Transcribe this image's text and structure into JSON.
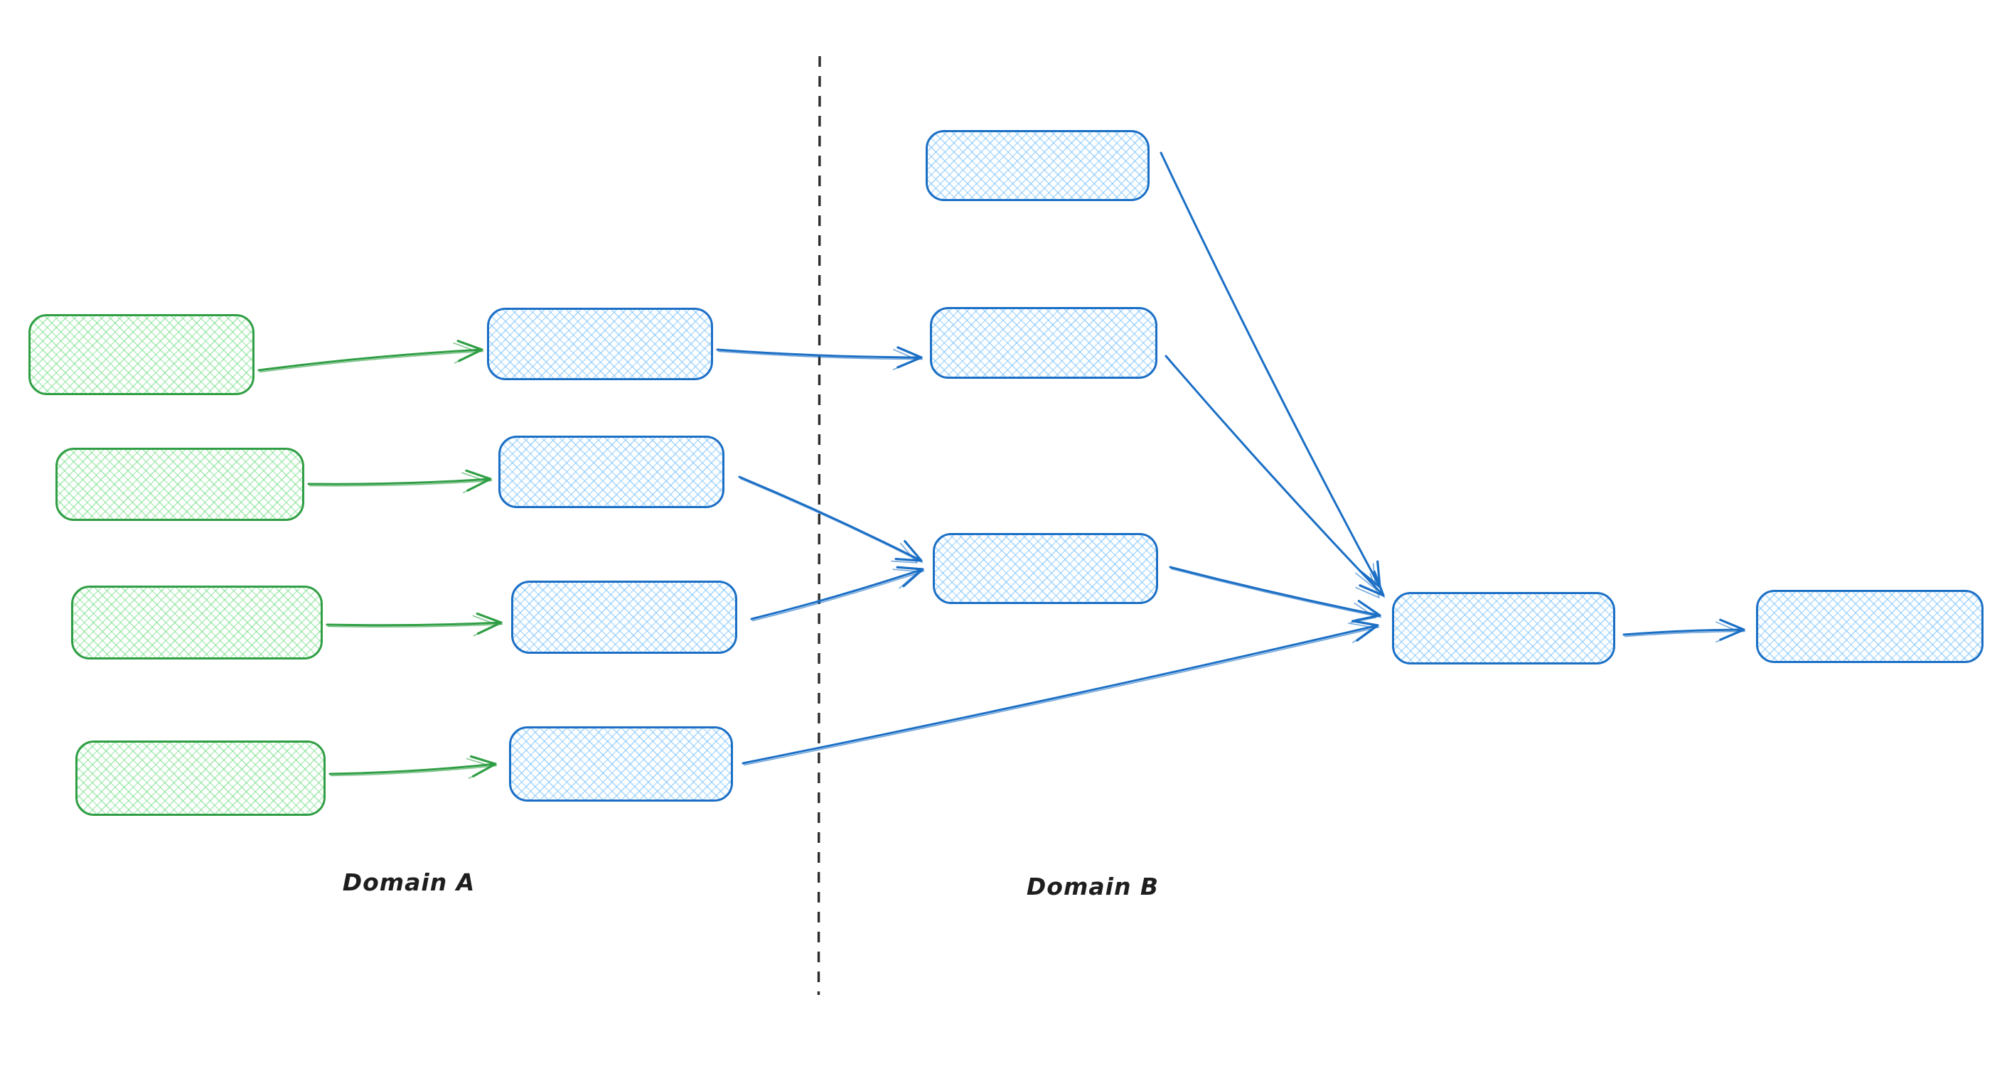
{
  "canvas": {
    "background": "#ffffff"
  },
  "labels": {
    "domain_a": "Domain A",
    "domain_b": "Domain B"
  },
  "colors": {
    "background": "#ffffff",
    "green_stroke": "#2f9e44",
    "green_hatch": "#69db7c",
    "blue_stroke": "#1b6fc5",
    "blue_hatch": "#74c0fc",
    "divider": "#2b2b2b",
    "label_text": "#1e1e1e"
  },
  "diagram": {
    "type": "flow-diagram",
    "description": "Two-domain flow of unlabeled rounded-rectangle nodes with cross-hatch fill, separated by a vertical dashed divider",
    "domains": [
      {
        "id": "domain-a",
        "label": "Domain A",
        "nodes": [
          "a1",
          "a2",
          "a3",
          "a4",
          "m1",
          "m2",
          "m3",
          "m4"
        ]
      },
      {
        "id": "domain-b",
        "label": "Domain B",
        "nodes": [
          "b1",
          "b2",
          "b3",
          "b4",
          "b5"
        ]
      }
    ],
    "nodes": [
      {
        "id": "a1",
        "domain": "A",
        "color": "green",
        "text": ""
      },
      {
        "id": "a2",
        "domain": "A",
        "color": "green",
        "text": ""
      },
      {
        "id": "a3",
        "domain": "A",
        "color": "green",
        "text": ""
      },
      {
        "id": "a4",
        "domain": "A",
        "color": "green",
        "text": ""
      },
      {
        "id": "m1",
        "domain": "A",
        "color": "blue",
        "text": ""
      },
      {
        "id": "m2",
        "domain": "A",
        "color": "blue",
        "text": ""
      },
      {
        "id": "m3",
        "domain": "A",
        "color": "blue",
        "text": ""
      },
      {
        "id": "m4",
        "domain": "A",
        "color": "blue",
        "text": ""
      },
      {
        "id": "b1",
        "domain": "B",
        "color": "blue",
        "text": ""
      },
      {
        "id": "b2",
        "domain": "B",
        "color": "blue",
        "text": ""
      },
      {
        "id": "b3",
        "domain": "B",
        "color": "blue",
        "text": ""
      },
      {
        "id": "b4",
        "domain": "B",
        "color": "blue",
        "text": ""
      },
      {
        "id": "b5",
        "domain": "B",
        "color": "blue",
        "text": ""
      }
    ],
    "edges": [
      {
        "from": "a1",
        "to": "m1",
        "color": "green"
      },
      {
        "from": "a2",
        "to": "m2",
        "color": "green"
      },
      {
        "from": "a3",
        "to": "m3",
        "color": "green"
      },
      {
        "from": "a4",
        "to": "m4",
        "color": "green"
      },
      {
        "from": "m1",
        "to": "b2",
        "color": "blue"
      },
      {
        "from": "m2",
        "to": "b3",
        "color": "blue"
      },
      {
        "from": "m3",
        "to": "b3",
        "color": "blue"
      },
      {
        "from": "m4",
        "to": "b4",
        "color": "blue"
      },
      {
        "from": "b1",
        "to": "b4",
        "color": "blue"
      },
      {
        "from": "b2",
        "to": "b4",
        "color": "blue"
      },
      {
        "from": "b3",
        "to": "b4",
        "color": "blue"
      },
      {
        "from": "b4",
        "to": "b5",
        "color": "blue"
      }
    ],
    "divider": {
      "style": "dashed",
      "orientation": "vertical",
      "separates": [
        "Domain A",
        "Domain B"
      ]
    }
  }
}
